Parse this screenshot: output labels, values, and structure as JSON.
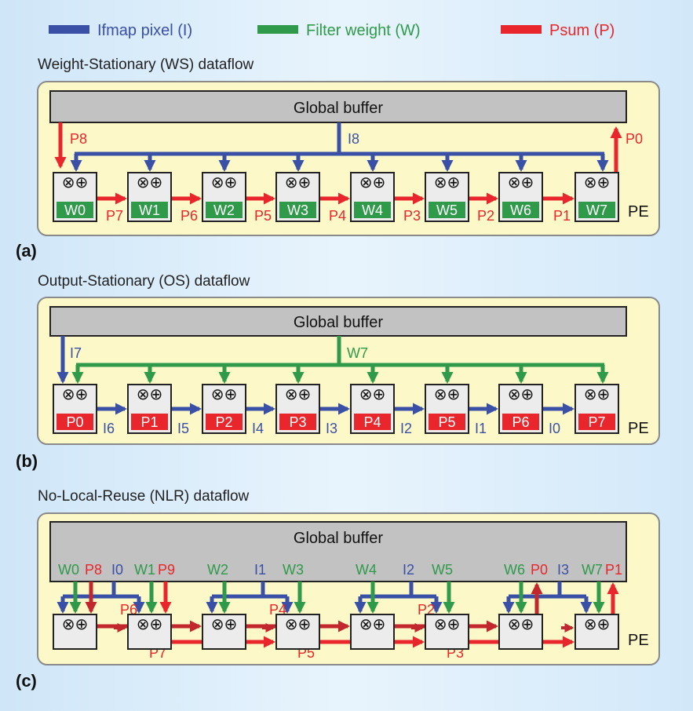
{
  "legend": {
    "ifmap": "Ifmap pixel (I)",
    "filter": "Filter weight (W)",
    "psum": "Psum (P)"
  },
  "colors": {
    "ifmap": "#3a4fa6",
    "filter": "#2e9a4a",
    "psum": "#e8262b",
    "psum_dark": "#c2272d",
    "panel": "#fdf8c8",
    "buffer": "#c2c2c2"
  },
  "common": {
    "global_buffer": "Global buffer",
    "pe": "PE"
  },
  "ws": {
    "title": "Weight-Stationary (WS) dataflow",
    "caption": "(a)",
    "in_psum": "P8",
    "out_psum": "P0",
    "bus_label": "I8",
    "weights": [
      "W0",
      "W1",
      "W2",
      "W3",
      "W4",
      "W5",
      "W6",
      "W7"
    ],
    "psums": [
      "P7",
      "P6",
      "P5",
      "P4",
      "P3",
      "P2",
      "P1"
    ]
  },
  "os": {
    "title": "Output-Stationary (OS) dataflow",
    "caption": "(b)",
    "in_ifmap": "I7",
    "bus_label": "W7",
    "psums": [
      "P0",
      "P1",
      "P2",
      "P3",
      "P4",
      "P5",
      "P6",
      "P7"
    ],
    "ifmaps": [
      "I6",
      "I5",
      "I4",
      "I3",
      "I2",
      "I1",
      "I0"
    ]
  },
  "nlr": {
    "title": "No-Local-Reuse (NLR) dataflow",
    "caption": "(c)",
    "groups": [
      {
        "w1": "W0",
        "p1": "P8",
        "i": "I0",
        "w2": "W1",
        "p2": "P9"
      },
      {
        "w1": "W2",
        "i": "I1",
        "w2": "W3"
      },
      {
        "w1": "W4",
        "i": "I2",
        "w2": "W5"
      },
      {
        "w1": "W6",
        "p1": "P0",
        "i": "I3",
        "w2": "W7",
        "p2": "P1"
      }
    ],
    "top_psums": [
      "P6",
      "P4",
      "P2"
    ],
    "bottom_psums": [
      "P7",
      "P5",
      "P3"
    ]
  }
}
